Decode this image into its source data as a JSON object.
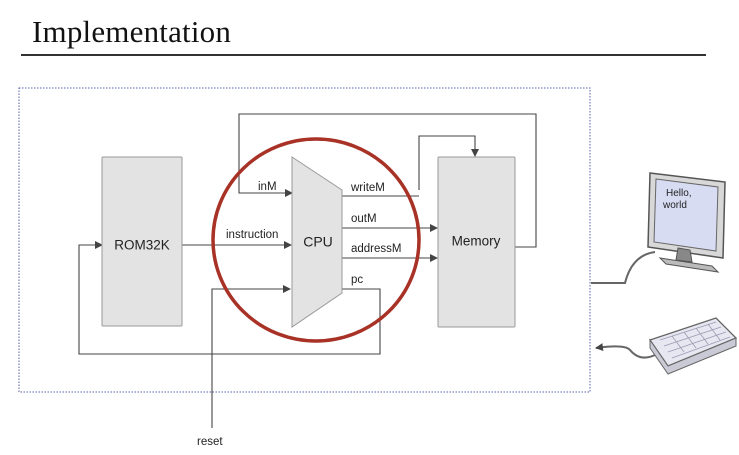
{
  "slide": {
    "title": "Implementation"
  },
  "diagram": {
    "blocks": {
      "rom": "ROM32K",
      "cpu": "CPU",
      "memory": "Memory"
    },
    "signals": {
      "inM": "inM",
      "instruction": "instruction",
      "writeM": "writeM",
      "outM": "outM",
      "addressM": "addressM",
      "pc": "pc",
      "reset": "reset"
    },
    "screen_text": {
      "line1": "Hello,",
      "line2": "world"
    }
  },
  "colors": {
    "highlight_circle": "#a83226",
    "computer_boundary": "#5560a8",
    "block_fill": "#e3e3e3",
    "wire": "#444444"
  },
  "icons": {
    "monitor": "monitor-icon",
    "keyboard": "keyboard-icon"
  }
}
